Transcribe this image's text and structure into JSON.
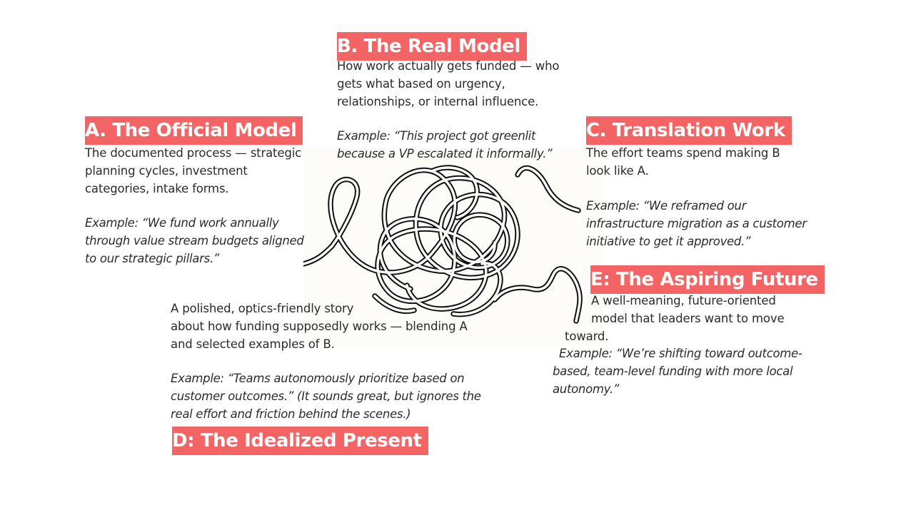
{
  "sections": {
    "a": {
      "title": "A. The Official Model",
      "desc_lines": [
        "The documented process — strategic",
        "planning cycles, investment",
        "categories, intake forms."
      ],
      "example_lines": [
        "Example: “We fund work annually",
        "through value stream budgets aligned",
        "to our strategic pillars.”"
      ]
    },
    "b": {
      "title": "B. The Real Model",
      "desc_lines": [
        "How work actually gets funded — who",
        "gets what based on urgency,",
        "relationships, or internal influence."
      ],
      "example_lines": [
        "Example: “This project got greenlit",
        "because a VP escalated it informally.”"
      ]
    },
    "c": {
      "title": "C. Translation Work",
      "desc_lines": [
        "The effort teams spend making B",
        "look like A."
      ],
      "example_lines": [
        "Example: “We reframed our",
        "infrastructure migration as a customer",
        "initiative to get it approved.”"
      ]
    },
    "d": {
      "title": "D: The Idealized Present",
      "desc_lines": [
        "A polished, optics-friendly story",
        "about how funding supposedly works — blending A",
        "and selected examples of B."
      ],
      "example_lines": [
        "Example: “Teams autonomously prioritize based on",
        "customer outcomes.”  (It sounds great, but ignores the",
        "real effort and friction behind the scenes.)"
      ]
    },
    "e": {
      "title": "E: The Aspiring Future",
      "desc_lines": [
        "A well-meaning, future-oriented",
        "model that leaders want to move",
        "toward."
      ],
      "example_lines": [
        "Example: “We’re shifting toward outcome-",
        "based, team-level funding with more local",
        "autonomy.”"
      ]
    }
  },
  "illustration": {
    "icon": "tangled-rope-icon"
  },
  "colors": {
    "heading_background": "#f46464",
    "heading_text": "#ffffff",
    "body_text": "#2b2b2b",
    "illustration_background": "#fdfcf8"
  }
}
